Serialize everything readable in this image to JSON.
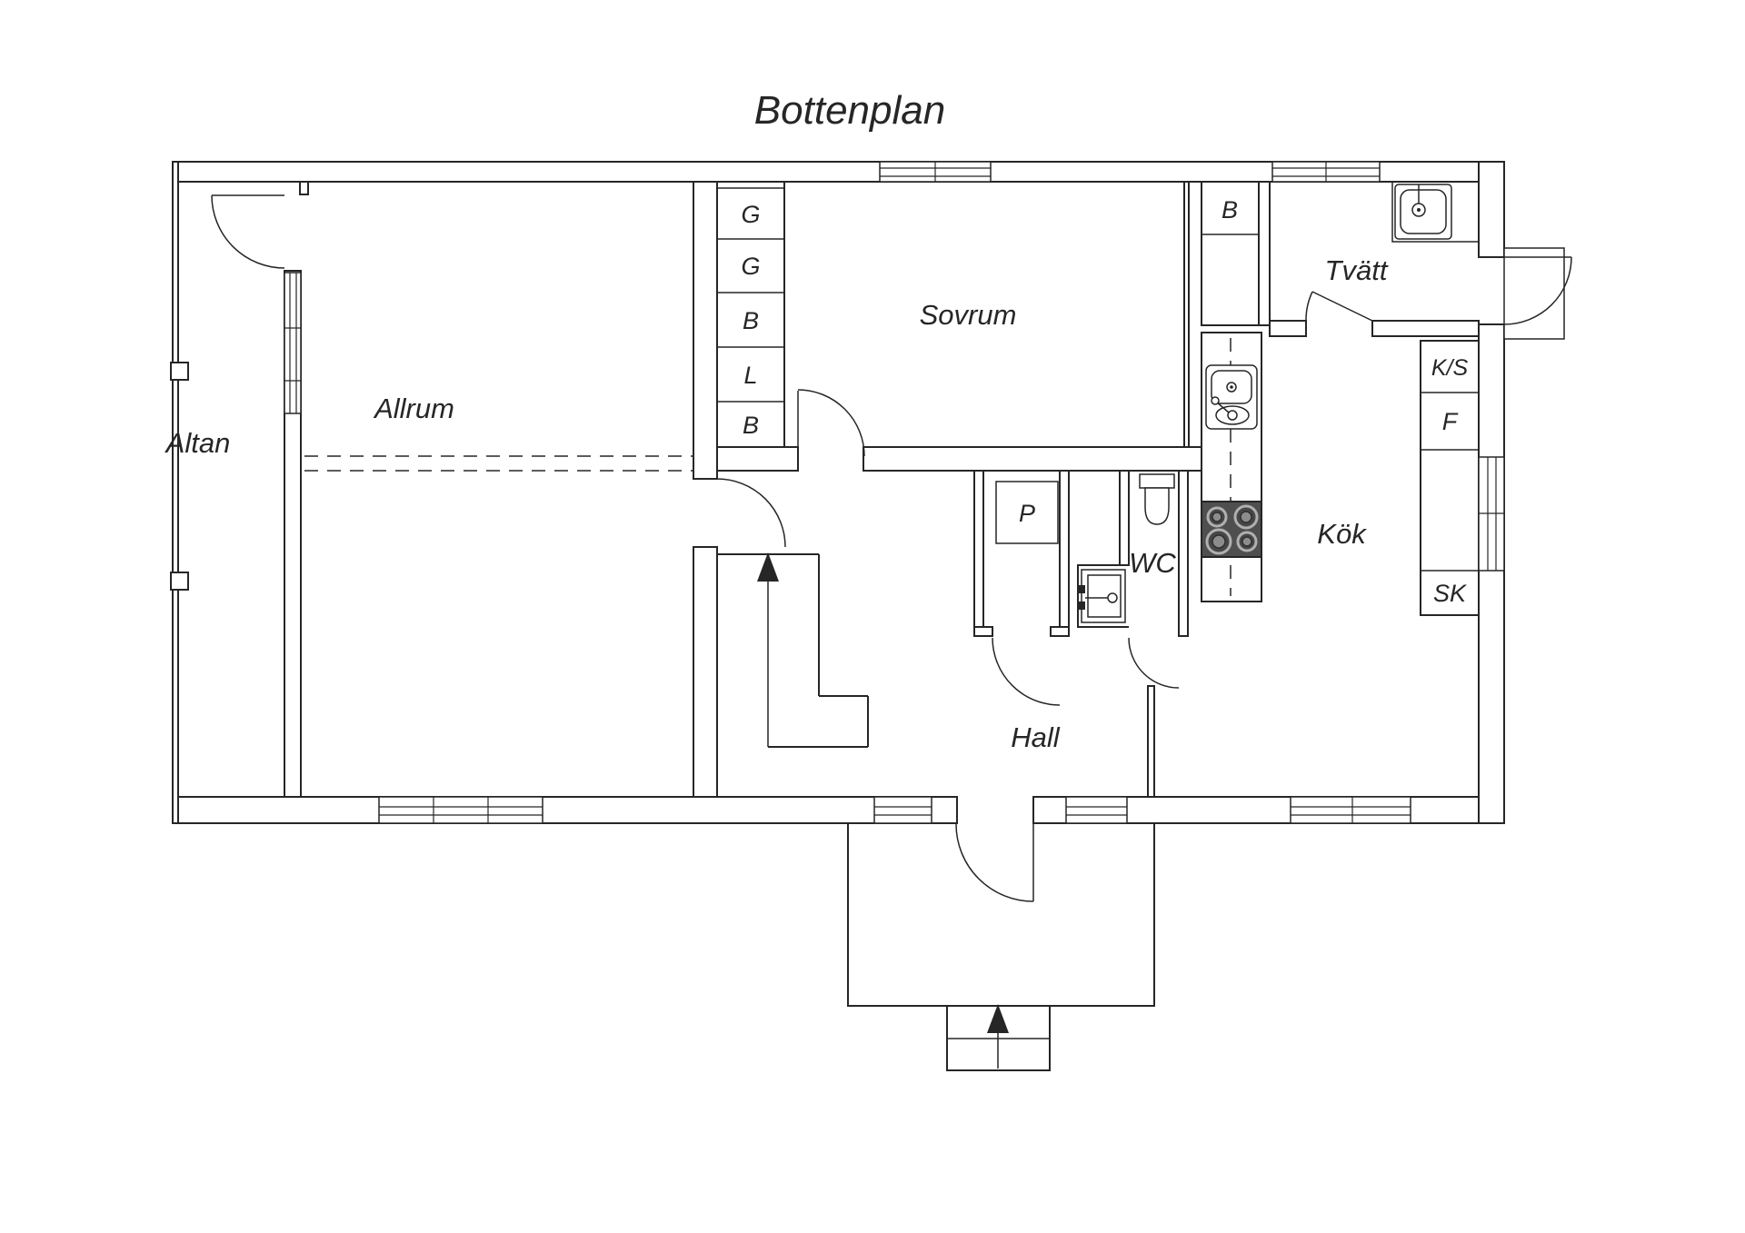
{
  "title": "Bottenplan",
  "rooms": {
    "altan": "Altan",
    "allrum": "Allrum",
    "sovrum": "Sovrum",
    "tvatt": "Tvätt",
    "kok": "Kök",
    "hall": "Hall",
    "wc": "WC"
  },
  "closets": {
    "wardrobes": [
      "G",
      "G",
      "B",
      "L",
      "B"
    ],
    "hall_closet": "B",
    "p_closet": "P",
    "ks": "K/S",
    "fridge": "F",
    "sk": "SK"
  },
  "colors": {
    "line": "#262626",
    "stove": "#4f4f4f",
    "burner-ring": "#b0b0b0",
    "background": "#ffffff"
  }
}
